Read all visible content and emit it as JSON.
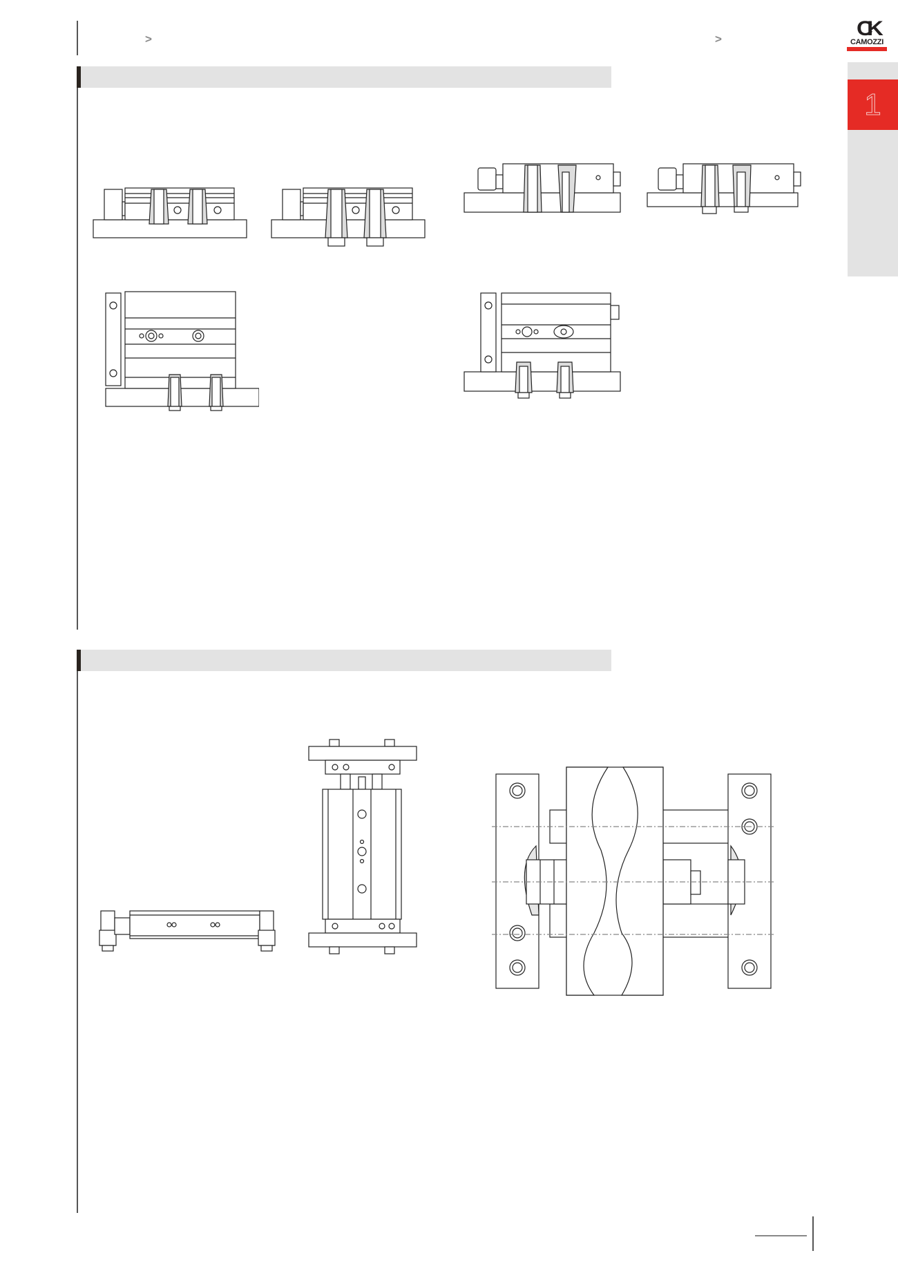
{
  "header": {
    "breadcrumb_left_separator": ">",
    "breadcrumb_right_separator": ">",
    "breadcrumb_left": "",
    "breadcrumb_right": ""
  },
  "brand": {
    "logo_mark": "CK",
    "logo_name": "CAMOZZI",
    "accent_color": "#e52b25"
  },
  "chapter_tab": {
    "number": "1"
  },
  "sections": [
    {
      "title": "",
      "figures": [
        "mounting-side-view-1",
        "mounting-side-view-2",
        "mounting-side-view-3",
        "mounting-side-view-4",
        "mounting-front-view-1",
        "mounting-front-view-2"
      ]
    },
    {
      "title": "",
      "figures": [
        "horizontal-assembly-view",
        "vertical-assembly-view",
        "detail-cutaway-view"
      ]
    }
  ],
  "footer": {
    "page_number": ""
  }
}
